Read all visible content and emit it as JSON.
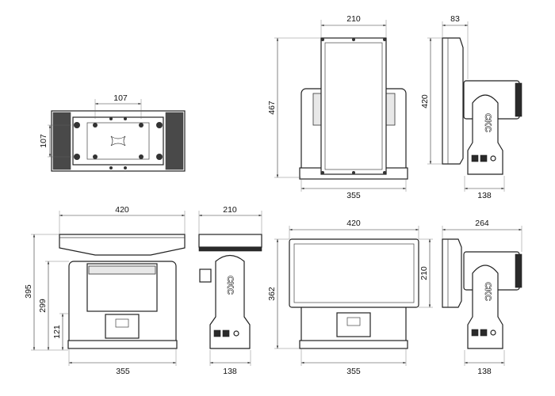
{
  "title": "Fixture dimension drawings",
  "logo_text": "CKC",
  "views": {
    "top": {
      "width": "107",
      "height": "107"
    },
    "front_tilted": {
      "panel_width": "210",
      "height": "467",
      "base_width": "355"
    },
    "side_tilted": {
      "panel_depth": "83",
      "panel_height": "420",
      "base_width": "138"
    },
    "front_flat": {
      "panel_width": "420",
      "total_height": "395",
      "body_height": "299",
      "lower_height": "121",
      "base_width": "355"
    },
    "side_flat": {
      "panel_depth": "210",
      "base_width": "138"
    },
    "front_panel": {
      "panel_width": "420",
      "total_height": "362",
      "panel_height": "210",
      "base_width": "355"
    },
    "side_panel": {
      "depth": "264",
      "base_width": "138"
    }
  }
}
